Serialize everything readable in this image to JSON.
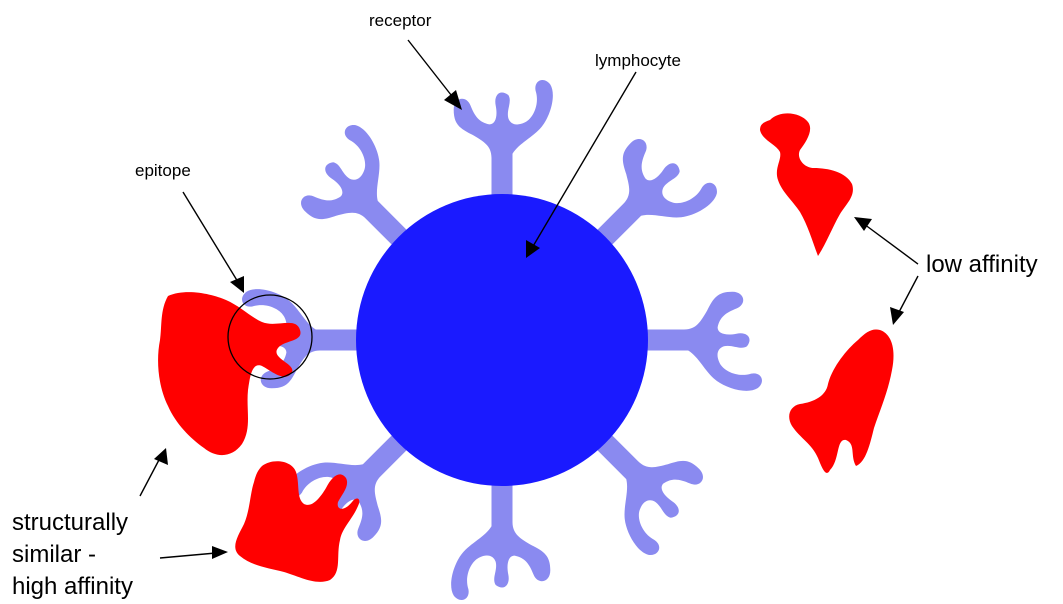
{
  "labels": {
    "receptor": "receptor",
    "lymphocyte": "lymphocyte",
    "epitope": "epitope",
    "low_affinity": "low affinity",
    "high_affinity_line1": "structurally",
    "high_affinity_line2": "similar -",
    "high_affinity_line3": "high affinity"
  },
  "colors": {
    "cell": "#1a1aff",
    "receptor": "#8a8af0",
    "antigen": "#ff0000",
    "ink": "#000000"
  }
}
